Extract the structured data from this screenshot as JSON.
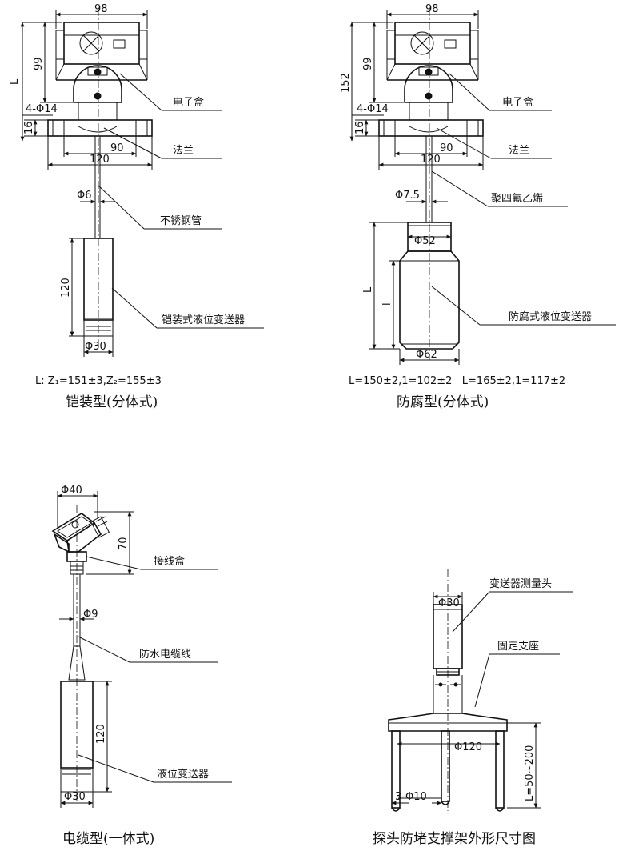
{
  "armored": {
    "dims": {
      "width_top": "98",
      "height_box": "99",
      "overall": "L",
      "holes": "4-Φ14",
      "flange_thick": "16",
      "inner_dia": "90",
      "outer_dia": "120",
      "tube_dia": "Φ6",
      "sensor_len": "120",
      "sensor_dia": "Φ30"
    },
    "labels": {
      "box": "电子盒",
      "flange": "法兰",
      "tube": "不锈钢管",
      "sensor": "铠装式液位变送器"
    },
    "note": "L: Z₁=151±3,Z₂=155±3",
    "caption": "铠装型(分体式)"
  },
  "corrosion": {
    "dims": {
      "width_top": "98",
      "height_box": "99",
      "overall": "152",
      "holes": "4-Φ14",
      "flange_thick": "16",
      "inner_dia": "90",
      "outer_dia": "120",
      "tube_dia": "Φ7.5",
      "neck_dia": "Φ52",
      "body_dia": "Φ62",
      "len_L": "L",
      "len_l": "l"
    },
    "labels": {
      "box": "电子盒",
      "flange": "法兰",
      "tube": "聚四氟乙烯",
      "sensor": "防腐式液位变送器"
    },
    "note": "L=150±2,1=102±2   L=165±2,1=117±2",
    "caption": "防腐型(分体式)"
  },
  "cable": {
    "dims": {
      "box_dia": "Φ40",
      "box_height": "70",
      "cable_dia": "Φ9",
      "sensor_len": "120",
      "sensor_dia": "Φ30"
    },
    "labels": {
      "box": "接线盒",
      "cable": "防水电缆线",
      "sensor": "液位变送器"
    },
    "caption": "电缆型(一体式)"
  },
  "support": {
    "dims": {
      "head_dia": "Φ30",
      "base_dia": "Φ120",
      "legs": "3-Φ10",
      "leg_len": "L=50~200"
    },
    "labels": {
      "head": "变送器测量头",
      "seat": "固定支座"
    },
    "caption": "探头防堵支撑架外形尺寸图"
  }
}
